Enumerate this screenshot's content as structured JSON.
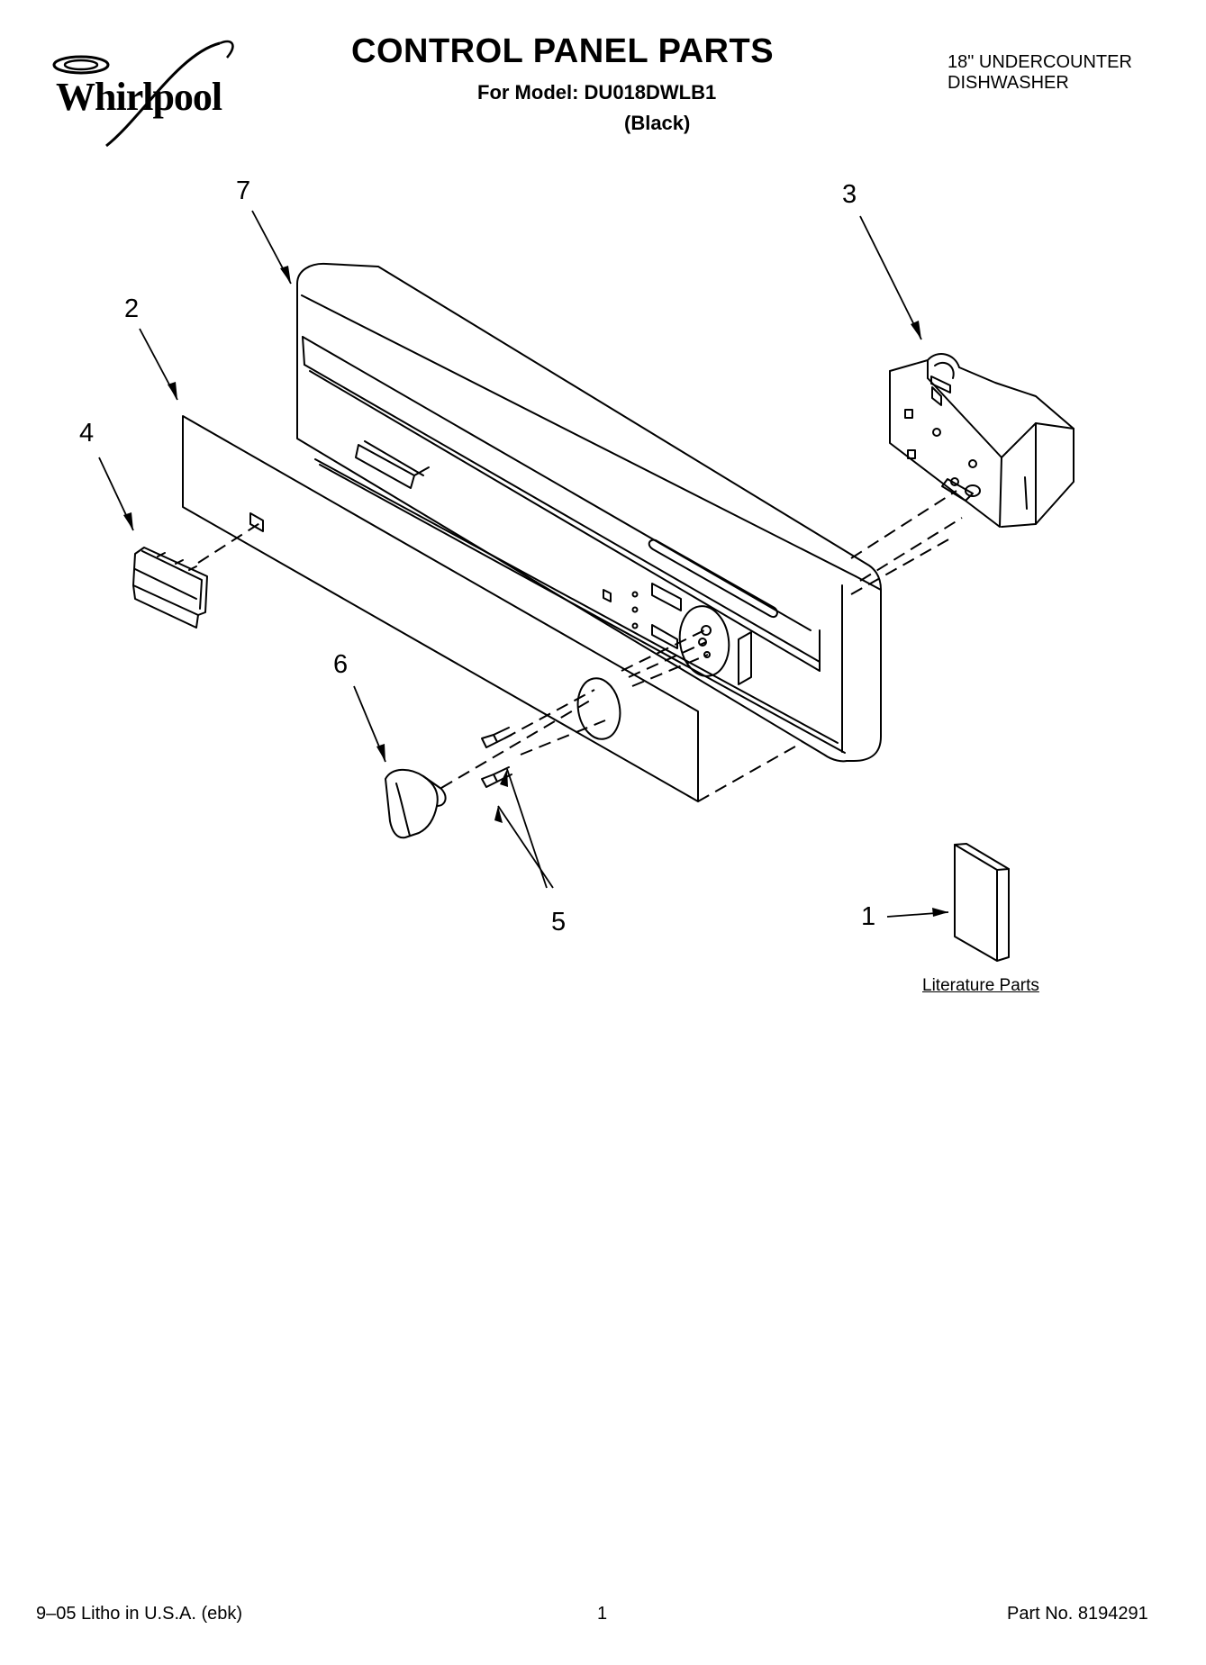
{
  "header": {
    "brand": "Whirlpool",
    "title": "CONTROL PANEL PARTS",
    "model_line": "For Model: DU018DWLB1",
    "color_note": "(Black)",
    "product_type_line1": "18\" UNDERCOUNTER",
    "product_type_line2": "DISHWASHER"
  },
  "callouts": {
    "c1": "1",
    "c2": "2",
    "c3": "3",
    "c4": "4",
    "c5": "5",
    "c6": "6",
    "c7": "7"
  },
  "literature_label": "Literature Parts",
  "footer": {
    "litho": "9–05 Litho in U.S.A. (ebk)",
    "page": "1",
    "part_no": "Part No. 8194291"
  }
}
